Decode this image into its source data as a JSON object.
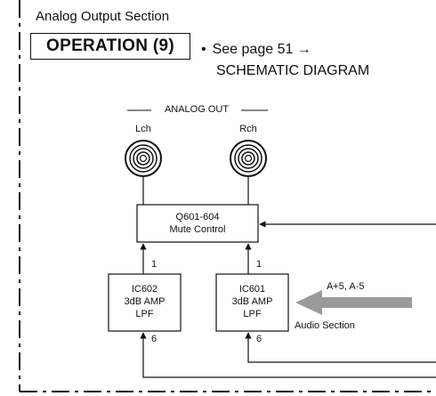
{
  "header": {
    "section_title": "Analog Output Section",
    "operation_label": "OPERATION (9)",
    "see_note": "See page 51 →",
    "see_note_bullet": "•",
    "diagram_ref": "SCHEMATIC DIAGRAM"
  },
  "diagram": {
    "analog_out_label": "ANALOG OUT",
    "jacks": {
      "left": "Lch",
      "right": "Rch"
    },
    "mute": {
      "line1": "Q601-604",
      "line2": "Mute Control"
    },
    "ic602": {
      "line1": "IC602",
      "line2": "3dB AMP",
      "line3": "LPF"
    },
    "ic601": {
      "line1": "IC601",
      "line2": "3dB AMP",
      "line3": "LPF"
    },
    "pins": {
      "ic602_out": "1",
      "ic602_in": "6",
      "ic601_out": "1",
      "ic601_in": "6"
    },
    "power_label": "A+5, A-5",
    "audio_label": "Audio Section"
  }
}
